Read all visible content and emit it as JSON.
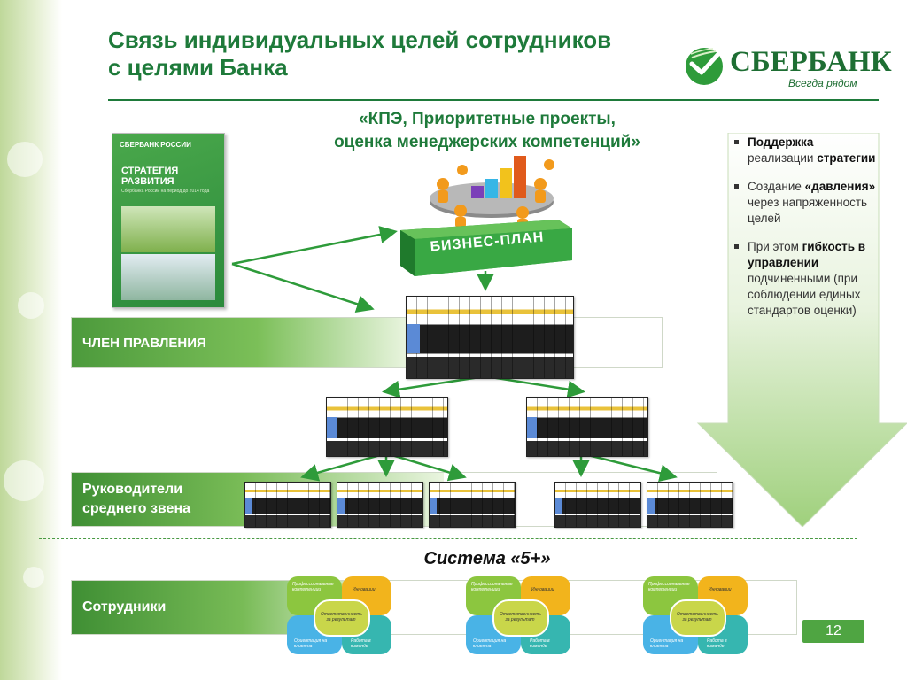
{
  "title": {
    "line1": "Связь индивидуальных целей сотрудников",
    "line2": "с целями Банка"
  },
  "logo": {
    "name": "СБЕРБАНК",
    "slogan": "Всегда рядом"
  },
  "subtitle": {
    "line1": "«КПЭ, Приоритетные проекты,",
    "line2": "оценка менеджерских компетенций»"
  },
  "book": {
    "bank": "СБЕРБАНК РОССИИ",
    "title_line1": "СТРАТЕГИЯ",
    "title_line2": "РАЗВИТИЯ",
    "subtitle": "Сбербанка России на период до 2014 года"
  },
  "business_plan": "БИЗНЕС-ПЛАН",
  "bullets": [
    {
      "parts": [
        {
          "t": "Поддержка",
          "b": true
        },
        {
          "t": " реализации ",
          "b": false
        },
        {
          "t": "стратегии",
          "b": true
        }
      ]
    },
    {
      "parts": [
        {
          "t": "Создание ",
          "b": false
        },
        {
          "t": "«давления»",
          "b": true
        },
        {
          "t": " через напряженность целей",
          "b": false
        }
      ]
    },
    {
      "parts": [
        {
          "t": "При этом ",
          "b": false
        },
        {
          "t": "гибкость в управлении",
          "b": true
        },
        {
          "t": " подчиненными (при соблюдении единых стандартов оценки)",
          "b": false
        }
      ]
    }
  ],
  "rows": {
    "board_member": "ЧЛЕН ПРАВЛЕНИЯ",
    "middle_managers_line1": "Руководители",
    "middle_managers_line2": "среднего звена",
    "employees": "Сотрудники"
  },
  "system": "Система «5+»",
  "puzzle": {
    "top_left": "Профессиональные компетенции",
    "top_right": "Инновации",
    "center": "Ответственность за результат",
    "bottom_left": "Ориентация на клиента",
    "bottom_right": "Работа в команде"
  },
  "page_number": "12",
  "colors": {
    "brand_green": "#1e7a3a",
    "band_green": "#4c9a3c",
    "arrow_green": "#2e9b3a",
    "badge_green": "#4fa542"
  },
  "icons": {
    "logo_mark": "sberbank-checkmark-icon",
    "meeting": "meeting-chart-icon"
  }
}
